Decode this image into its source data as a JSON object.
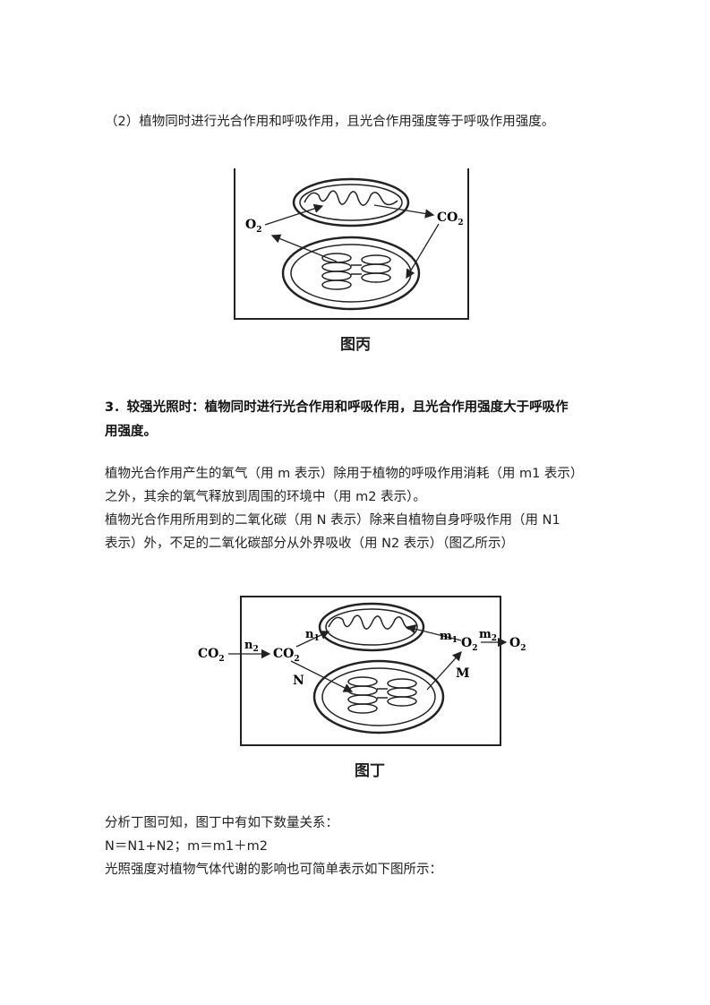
{
  "section2": {
    "text": "（2）植物同时进行光合作用和呼吸作用，且光合作用强度等于呼吸作用强度。"
  },
  "figure_bing": {
    "caption": "图丙",
    "o2": "O",
    "o2_sub": "2",
    "co2": "CO",
    "co2_sub": "2"
  },
  "section3": {
    "heading_line1": "3．较强光照时：植物同时进行光合作用和呼吸作用，且光合作用强度大于呼吸作",
    "heading_line2": "用强度。",
    "para1_line1": "植物光合作用产生的氧气（用 m 表示）除用于植物的呼吸作用消耗（用 m1 表示）",
    "para1_line2": "之外，其余的氧气释放到周围的环境中（用 m2 表示）。",
    "para2_line1": "植物光合作用所用到的二氧化碳（用 N 表示）除来自植物自身呼吸作用（用 N1",
    "para2_line2": "表示）外，不足的二氧化碳部分从外界吸收（用 N2 表示）（图乙所示）"
  },
  "figure_ding": {
    "caption": "图丁",
    "co2_outside": "CO",
    "co2_inside": "CO",
    "sub2": "2",
    "n": "n",
    "n_sub1": "1",
    "n_sub2": "2",
    "m": "m",
    "m_sub1": "1",
    "m_sub2": "2",
    "o2_inside": "O",
    "o2_outside": "O",
    "label_N": "N",
    "label_M": "M"
  },
  "analysis": {
    "line1": "分析丁图可知，图丁中有如下数量关系：",
    "line2": "N＝N1+N2；m＝m1＋m2",
    "line3": "光照强度对植物气体代谢的影响也可简单表示如下图所示："
  }
}
